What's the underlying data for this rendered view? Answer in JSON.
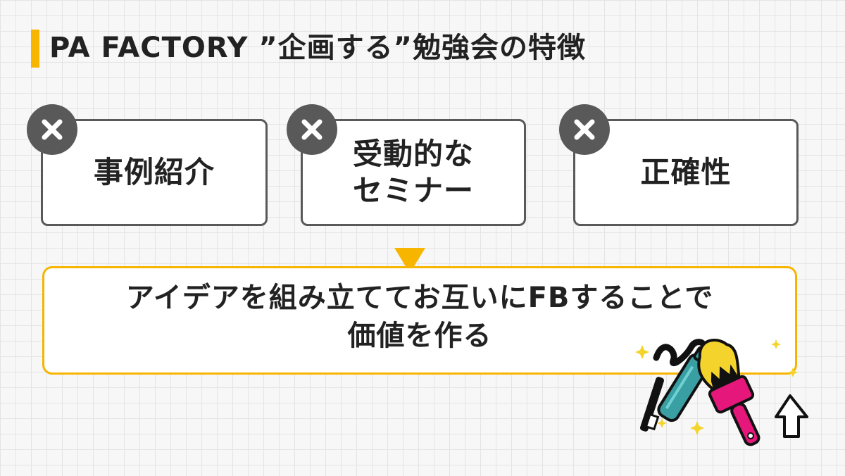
{
  "header": {
    "title": "PA FACTORY ”企画する”勉強会の特徴"
  },
  "cards": [
    {
      "label": "事例紹介",
      "icon": "x-icon"
    },
    {
      "label": "受動的な\nセミナー",
      "icon": "x-icon"
    },
    {
      "label": "正確性",
      "icon": "x-icon"
    }
  ],
  "result": {
    "line1": "アイデアを組み立ててお互いにFBすることで",
    "line2": "価値を作る"
  },
  "colors": {
    "accent": "#f7b500",
    "card_border": "#595959",
    "magenta": "#e6177b",
    "teal": "#3a9fa3",
    "yellow": "#f4d42c"
  }
}
